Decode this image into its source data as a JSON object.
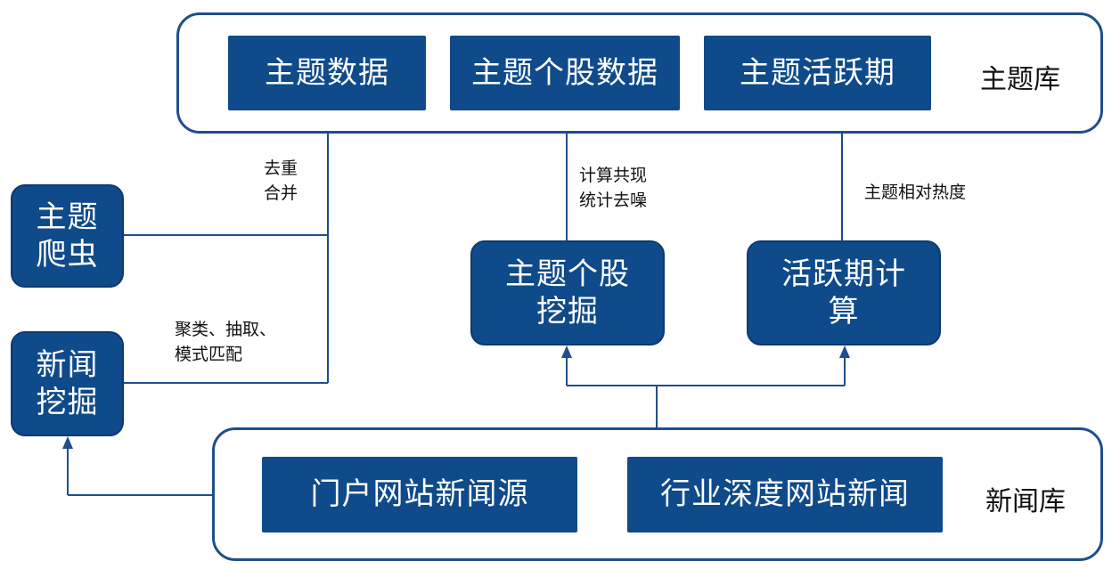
{
  "topic_library": {
    "label": "主题库",
    "items": [
      "主题数据",
      "主题个股数据",
      "主题活跃期"
    ]
  },
  "news_library": {
    "label": "新闻库",
    "items": [
      "门户网站新闻源",
      "行业深度网站新闻"
    ]
  },
  "processes": {
    "topic_crawler": "主题\n爬虫",
    "news_mining": "新闻\n挖掘",
    "topic_stock_mining": "主题个股\n挖掘",
    "active_period_calc": "活跃期计\n算"
  },
  "edge_labels": {
    "dedup_merge": "去重\n合并",
    "cluster_extract": "聚类、抽取、\n模式匹配",
    "cooccurrence": "计算共现\n统计去噪",
    "relative_heat": "主题相对热度"
  },
  "colors": {
    "box_fill": "#0f4a8a",
    "line": "#1f4e8c",
    "text_on_box": "#ffffff"
  }
}
